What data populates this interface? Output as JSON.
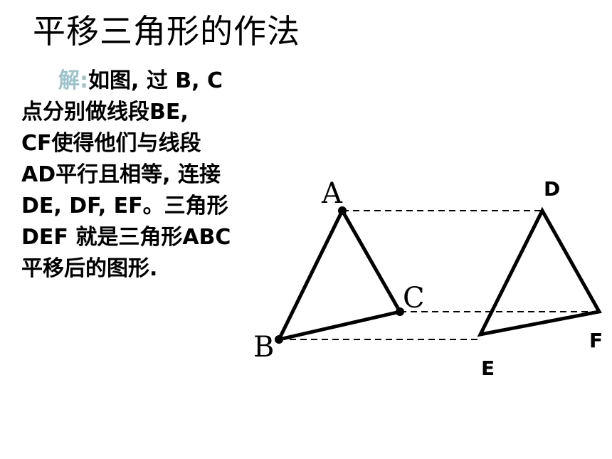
{
  "title": "平移三角形的作法",
  "solution": {
    "lead": "解:",
    "lines": [
      "如图, 过 B, C",
      "点分别做线段BE,",
      "CF使得他们与线段",
      "AD平行且相等, 连接",
      "DE, DF, EF。三角形",
      "DEF 就是三角形ABC",
      "平移后的图形."
    ]
  },
  "figure": {
    "labels": {
      "A": "A",
      "B": "B",
      "C": "C",
      "D": "D",
      "E": "E",
      "F": "F"
    }
  }
}
